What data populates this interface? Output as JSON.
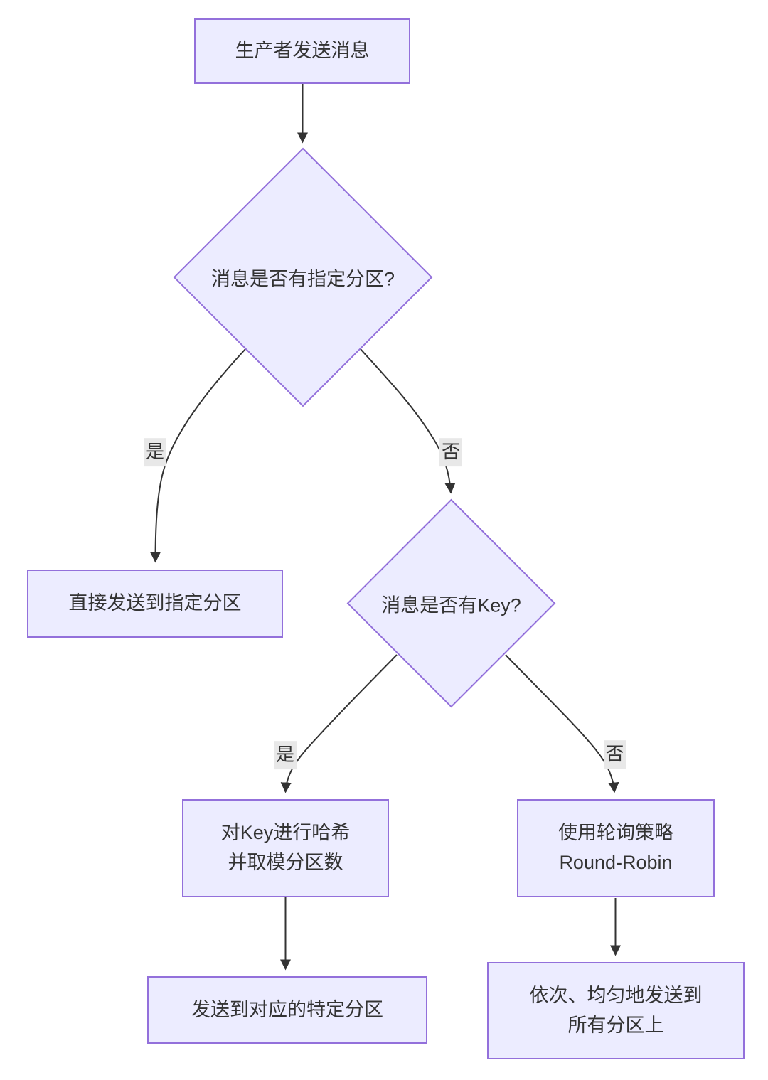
{
  "diagram": {
    "type": "flowchart",
    "direction": "top-down",
    "colors": {
      "background": "#ffffff",
      "node_fill": "#ECECFF",
      "node_border": "#9370DB",
      "edge_stroke": "#333333",
      "text": "#333333",
      "edge_label_bg": "#e8e8e8"
    },
    "nodes": {
      "start": {
        "shape": "rect",
        "label": "生产者发送消息"
      },
      "has_partition": {
        "shape": "diamond",
        "label": "消息是否有指定分区?"
      },
      "send_direct": {
        "shape": "rect",
        "label": "直接发送到指定分区"
      },
      "has_key": {
        "shape": "diamond",
        "label": "消息是否有Key?"
      },
      "hash_key": {
        "shape": "rect",
        "label": "对Key进行哈希\n并取模分区数"
      },
      "round_robin": {
        "shape": "rect",
        "label": "使用轮询策略\nRound-Robin"
      },
      "send_specific": {
        "shape": "rect",
        "label": "发送到对应的特定分区"
      },
      "send_all": {
        "shape": "rect",
        "label": "依次、均匀地发送到\n所有分区上"
      }
    },
    "edges": [
      {
        "from": "start",
        "to": "has_partition",
        "label": ""
      },
      {
        "from": "has_partition",
        "to": "send_direct",
        "label": "是"
      },
      {
        "from": "has_partition",
        "to": "has_key",
        "label": "否"
      },
      {
        "from": "has_key",
        "to": "hash_key",
        "label": "是"
      },
      {
        "from": "has_key",
        "to": "round_robin",
        "label": "否"
      },
      {
        "from": "hash_key",
        "to": "send_specific",
        "label": ""
      },
      {
        "from": "round_robin",
        "to": "send_all",
        "label": ""
      }
    ]
  }
}
